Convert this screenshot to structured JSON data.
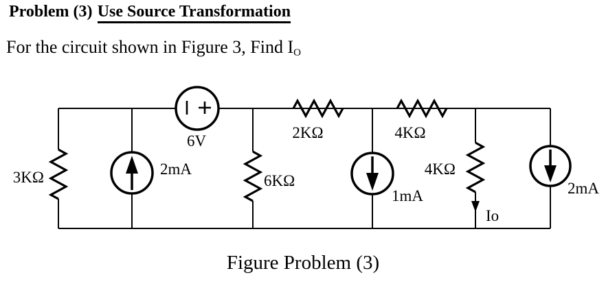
{
  "header": {
    "title_prefix": "Problem (3)",
    "title_underlined": "Use Source Transformation",
    "subtitle_text": "For the circuit shown in Figure 3, Find I",
    "subtitle_subscript": "O"
  },
  "figure": {
    "caption": "Figure Problem (3)"
  },
  "circuit": {
    "components": {
      "r_3k": {
        "type": "resistor",
        "value": "3KΩ",
        "orientation": "vertical"
      },
      "cs_2ma_left": {
        "type": "current-source",
        "value": "2mA",
        "direction": "up"
      },
      "vs_6v": {
        "type": "voltage-source",
        "value": "6V",
        "polarity": "| +"
      },
      "r_6k": {
        "type": "resistor",
        "value": "6KΩ",
        "orientation": "vertical"
      },
      "r_2k": {
        "type": "resistor",
        "value": "2KΩ",
        "orientation": "horizontal"
      },
      "cs_1ma": {
        "type": "current-source",
        "value": "1mA",
        "direction": "down"
      },
      "r_4k_top": {
        "type": "resistor",
        "value": "4KΩ",
        "orientation": "horizontal"
      },
      "r_4k_right": {
        "type": "resistor",
        "value": "4KΩ",
        "orientation": "vertical"
      },
      "cs_2ma_right": {
        "type": "current-source",
        "value": "2mA",
        "direction": "down"
      }
    },
    "output_current_label": "Io"
  }
}
